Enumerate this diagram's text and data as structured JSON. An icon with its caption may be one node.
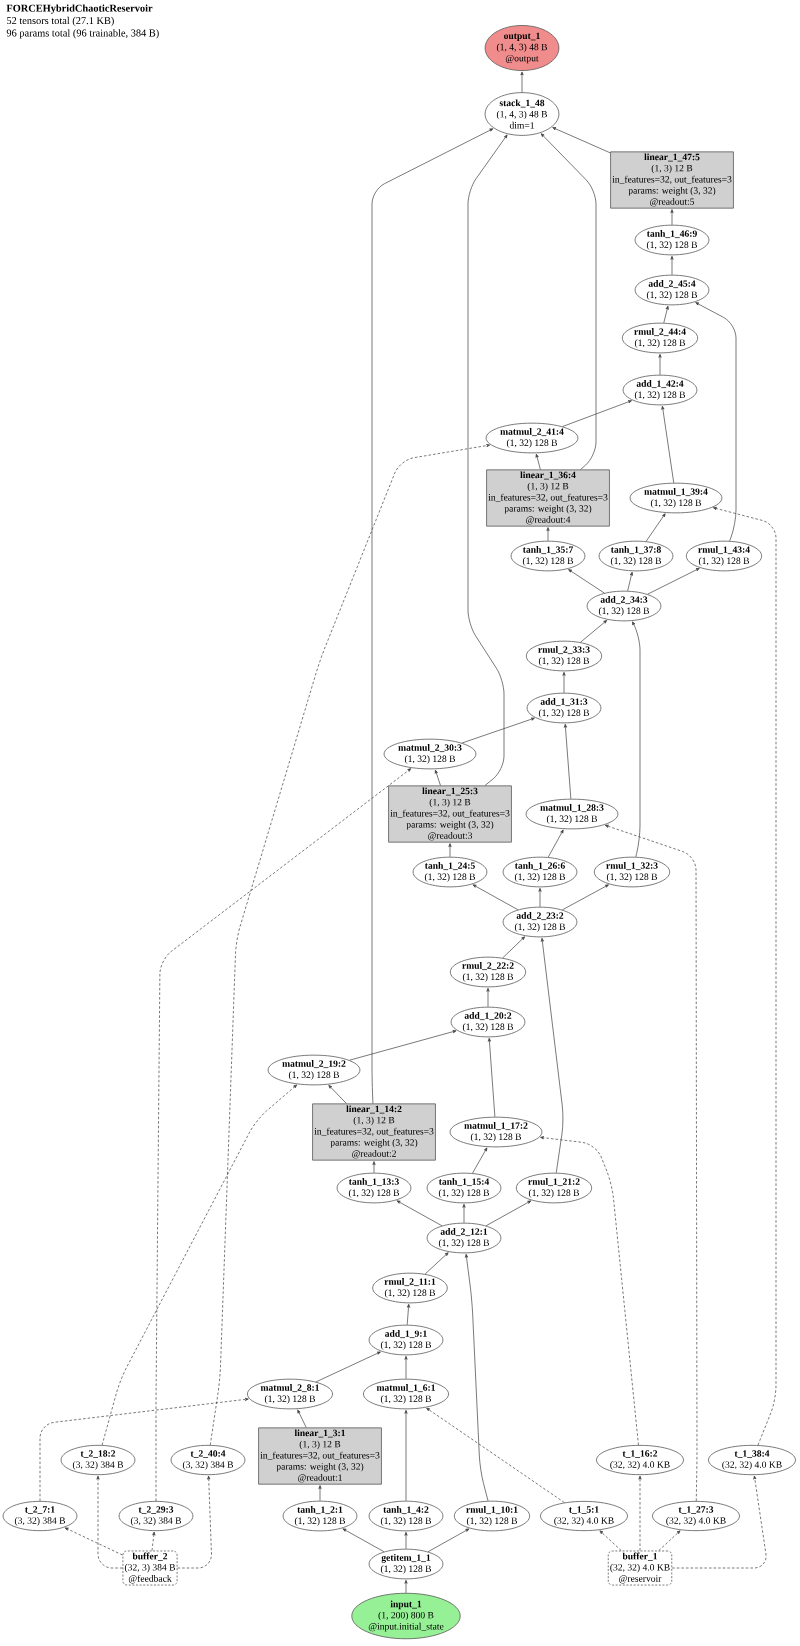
{
  "diagram": {
    "title": "FORCEHybridChaoticReservoir",
    "labels": [
      "52 tensors total (27.1 KB)",
      "96 params total (96 trainable, 384 B)"
    ],
    "nodes": [
      {
        "text": [
          "output_1",
          "(1, 4, 3) 48 B",
          "@output"
        ]
      },
      {
        "text": [
          "stack_1_48",
          "(1, 4, 3) 48 B",
          "dim=1"
        ]
      },
      {
        "text": [
          "linear_1_47:5",
          "(1, 3) 12 B",
          "in_features=32, out_features=3",
          "params: weight (3, 32)",
          "@readout:5"
        ]
      },
      {
        "text": [
          "tanh_1_46:9",
          "(1, 32) 128 B"
        ]
      },
      {
        "text": [
          "add_2_45:4",
          "(1, 32) 128 B"
        ]
      },
      {
        "text": [
          "rmul_2_44:4",
          "(1, 32) 128 B"
        ]
      },
      {
        "text": [
          "add_1_42:4",
          "(1, 32) 128 B"
        ]
      },
      {
        "text": [
          "matmul_2_41:4",
          "(1, 32) 128 B"
        ]
      },
      {
        "text": [
          "linear_1_36:4",
          "(1, 3) 12 B",
          "in_features=32, out_features=3",
          "params: weight (3, 32)",
          "@readout:4"
        ]
      },
      {
        "text": [
          "matmul_1_39:4",
          "(1, 32) 128 B"
        ]
      },
      {
        "text": [
          "tanh_1_35:7",
          "(1, 32) 128 B"
        ]
      },
      {
        "text": [
          "tanh_1_37:8",
          "(1, 32) 128 B"
        ]
      },
      {
        "text": [
          "rmul_1_43:4",
          "(1, 32) 128 B"
        ]
      },
      {
        "text": [
          "add_2_34:3",
          "(1, 32) 128 B"
        ]
      },
      {
        "text": [
          "rmul_2_33:3",
          "(1, 32) 128 B"
        ]
      },
      {
        "text": [
          "add_1_31:3",
          "(1, 32) 128 B"
        ]
      },
      {
        "text": [
          "matmul_2_30:3",
          "(1, 32) 128 B"
        ]
      },
      {
        "text": [
          "linear_1_25:3",
          "(1, 3) 12 B",
          "in_features=32, out_features=3",
          "params: weight (3, 32)",
          "@readout:3"
        ]
      },
      {
        "text": [
          "matmul_1_28:3",
          "(1, 32) 128 B"
        ]
      },
      {
        "text": [
          "tanh_1_24:5",
          "(1, 32) 128 B"
        ]
      },
      {
        "text": [
          "tanh_1_26:6",
          "(1, 32) 128 B"
        ]
      },
      {
        "text": [
          "rmul_1_32:3",
          "(1, 32) 128 B"
        ]
      },
      {
        "text": [
          "add_2_23:2",
          "(1, 32) 128 B"
        ]
      },
      {
        "text": [
          "rmul_2_22:2",
          "(1, 32) 128 B"
        ]
      },
      {
        "text": [
          "add_1_20:2",
          "(1, 32) 128 B"
        ]
      },
      {
        "text": [
          "matmul_2_19:2",
          "(1, 32) 128 B"
        ]
      },
      {
        "text": [
          "linear_1_14:2",
          "(1, 3) 12 B",
          "in_features=32, out_features=3",
          "params: weight (3, 32)",
          "@readout:2"
        ]
      },
      {
        "text": [
          "matmul_1_17:2",
          "(1, 32) 128 B"
        ]
      },
      {
        "text": [
          "tanh_1_13:3",
          "(1, 32) 128 B"
        ]
      },
      {
        "text": [
          "tanh_1_15:4",
          "(1, 32) 128 B"
        ]
      },
      {
        "text": [
          "rmul_1_21:2",
          "(1, 32) 128 B"
        ]
      },
      {
        "text": [
          "add_2_12:1",
          "(1, 32) 128 B"
        ]
      },
      {
        "text": [
          "rmul_2_11:1",
          "(1, 32) 128 B"
        ]
      },
      {
        "text": [
          "add_1_9:1",
          "(1, 32) 128 B"
        ]
      },
      {
        "text": [
          "matmul_2_8:1",
          "(1, 32) 128 B"
        ]
      },
      {
        "text": [
          "matmul_1_6:1",
          "(1, 32) 128 B"
        ]
      },
      {
        "text": [
          "t_2_7:1",
          "(3, 32) 384 B"
        ]
      },
      {
        "text": [
          "t_2_18:2",
          "(3, 32) 384 B"
        ]
      },
      {
        "text": [
          "t_2_29:3",
          "(3, 32) 384 B"
        ]
      },
      {
        "text": [
          "t_2_40:4",
          "(3, 32) 384 B"
        ]
      },
      {
        "text": [
          "linear_1_3:1",
          "(1, 3) 12 B",
          "in_features=32, out_features=3",
          "params: weight (3, 32)",
          "@readout:1"
        ]
      },
      {
        "text": [
          "t_1_5:1",
          "(32, 32) 4.0 KB"
        ]
      },
      {
        "text": [
          "t_1_16:2",
          "(32, 32) 4.0 KB"
        ]
      },
      {
        "text": [
          "t_1_27:3",
          "(32, 32) 4.0 KB"
        ]
      },
      {
        "text": [
          "t_1_38:4",
          "(32, 32) 4.0 KB"
        ]
      },
      {
        "text": [
          "buffer_2",
          "(32, 3) 384 B",
          "@feedback"
        ]
      },
      {
        "text": [
          "tanh_1_2:1",
          "(1, 32) 128 B"
        ]
      },
      {
        "text": [
          "tanh_1_4:2",
          "(1, 32) 128 B"
        ]
      },
      {
        "text": [
          "rmul_1_10:1",
          "(1, 32) 128 B"
        ]
      },
      {
        "text": [
          "buffer_1",
          "(32, 32) 4.0 KB",
          "@reservoir"
        ]
      },
      {
        "text": [
          "getitem_1_1",
          "(1, 32) 128 B"
        ]
      },
      {
        "text": [
          "input_1",
          "(1, 200) 800 B",
          "@input.initial_state"
        ]
      }
    ],
    "edges": [
      {
        "from": 1,
        "to": 0,
        "arrow": "to"
      },
      {
        "from": 2,
        "to": 1,
        "arrow": "to"
      },
      {
        "from": 26,
        "to": 1,
        "arrow": "to"
      },
      {
        "from": 17,
        "to": 1,
        "arrow": "to"
      },
      {
        "from": 8,
        "to": 1,
        "arrow": "to"
      },
      {
        "from": 3,
        "to": 2,
        "arrow": "to"
      },
      {
        "from": 4,
        "to": 3,
        "arrow": "to"
      },
      {
        "from": 5,
        "to": 4,
        "arrow": "to"
      },
      {
        "from": 12,
        "to": 4,
        "arrow": "to"
      },
      {
        "from": 6,
        "to": 5,
        "arrow": "to"
      },
      {
        "from": 7,
        "to": 6,
        "arrow": "to"
      },
      {
        "from": 9,
        "to": 6,
        "arrow": "to"
      },
      {
        "from": 8,
        "to": 7,
        "arrow": "to"
      },
      {
        "from": 39,
        "to": 7,
        "arrow": "to",
        "style": "dashed"
      },
      {
        "from": 10,
        "to": 8,
        "arrow": "to"
      },
      {
        "from": 11,
        "to": 9,
        "arrow": "to"
      },
      {
        "from": 44,
        "to": 9,
        "arrow": "to",
        "style": "dashed"
      },
      {
        "from": 13,
        "to": 10,
        "arrow": "to"
      },
      {
        "from": 13,
        "to": 11,
        "arrow": "to"
      },
      {
        "from": 13,
        "to": 12,
        "arrow": "to"
      },
      {
        "from": 14,
        "to": 13,
        "arrow": "to"
      },
      {
        "from": 21,
        "to": 13,
        "arrow": "to"
      },
      {
        "from": 15,
        "to": 14,
        "arrow": "to"
      },
      {
        "from": 16,
        "to": 15,
        "arrow": "to"
      },
      {
        "from": 18,
        "to": 15,
        "arrow": "to"
      },
      {
        "from": 17,
        "to": 16,
        "arrow": "to"
      },
      {
        "from": 38,
        "to": 16,
        "arrow": "to",
        "style": "dashed"
      },
      {
        "from": 19,
        "to": 17,
        "arrow": "to"
      },
      {
        "from": 20,
        "to": 18,
        "arrow": "to"
      },
      {
        "from": 43,
        "to": 18,
        "arrow": "to",
        "style": "dashed"
      },
      {
        "from": 22,
        "to": 19,
        "arrow": "to"
      },
      {
        "from": 22,
        "to": 20,
        "arrow": "to"
      },
      {
        "from": 22,
        "to": 21,
        "arrow": "to"
      },
      {
        "from": 23,
        "to": 22,
        "arrow": "to"
      },
      {
        "from": 30,
        "to": 22,
        "arrow": "to"
      },
      {
        "from": 24,
        "to": 23,
        "arrow": "to"
      },
      {
        "from": 25,
        "to": 24,
        "arrow": "to"
      },
      {
        "from": 27,
        "to": 24,
        "arrow": "to"
      },
      {
        "from": 26,
        "to": 25,
        "arrow": "to"
      },
      {
        "from": 37,
        "to": 25,
        "arrow": "to",
        "style": "dashed"
      },
      {
        "from": 28,
        "to": 26,
        "arrow": "to"
      },
      {
        "from": 29,
        "to": 27,
        "arrow": "to"
      },
      {
        "from": 42,
        "to": 27,
        "arrow": "to",
        "style": "dashed"
      },
      {
        "from": 31,
        "to": 28,
        "arrow": "to"
      },
      {
        "from": 31,
        "to": 29,
        "arrow": "to"
      },
      {
        "from": 31,
        "to": 30,
        "arrow": "to"
      },
      {
        "from": 32,
        "to": 31,
        "arrow": "to"
      },
      {
        "from": 48,
        "to": 31,
        "arrow": "to"
      },
      {
        "from": 33,
        "to": 32,
        "arrow": "to"
      },
      {
        "from": 34,
        "to": 33,
        "arrow": "to"
      },
      {
        "from": 35,
        "to": 33,
        "arrow": "to"
      },
      {
        "from": 40,
        "to": 34,
        "arrow": "to"
      },
      {
        "from": 36,
        "to": 34,
        "arrow": "to",
        "style": "dashed"
      },
      {
        "from": 47,
        "to": 35,
        "arrow": "to"
      },
      {
        "from": 41,
        "to": 35,
        "arrow": "to",
        "style": "dashed"
      },
      {
        "from": 45,
        "to": 36,
        "arrow": "to",
        "style": "dashed"
      },
      {
        "from": 45,
        "to": 37,
        "arrow": "to",
        "style": "dashed"
      },
      {
        "from": 45,
        "to": 38,
        "arrow": "to",
        "style": "dashed"
      },
      {
        "from": 45,
        "to": 39,
        "arrow": "to",
        "style": "dashed"
      },
      {
        "from": 46,
        "to": 40,
        "arrow": "to"
      },
      {
        "from": 49,
        "to": 41,
        "arrow": "to",
        "style": "dashed"
      },
      {
        "from": 49,
        "to": 42,
        "arrow": "to",
        "style": "dashed"
      },
      {
        "from": 49,
        "to": 43,
        "arrow": "to",
        "style": "dashed"
      },
      {
        "from": 49,
        "to": 44,
        "arrow": "to",
        "style": "dashed"
      },
      {
        "from": 50,
        "to": 46,
        "arrow": "to"
      },
      {
        "from": 50,
        "to": 47,
        "arrow": "to"
      },
      {
        "from": 50,
        "to": 48,
        "arrow": "to"
      },
      {
        "from": 51,
        "to": 50,
        "arrow": "to"
      }
    ]
  }
}
